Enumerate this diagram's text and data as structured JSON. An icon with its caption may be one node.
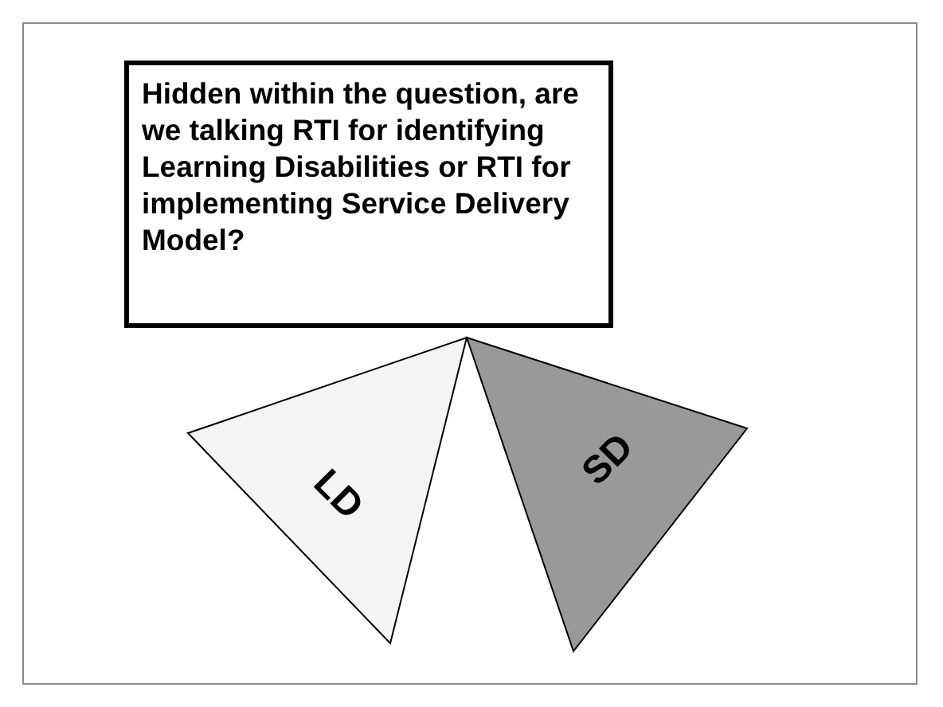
{
  "diagram": {
    "nodes": [
      {
        "text": [
          "Hidden within the question, are we talking RTI for identifying Learning Disabilities or RTI for implementing Service Delivery Model?"
        ]
      },
      {
        "text": [
          "LD"
        ]
      },
      {
        "text": [
          "SD"
        ]
      }
    ]
  }
}
